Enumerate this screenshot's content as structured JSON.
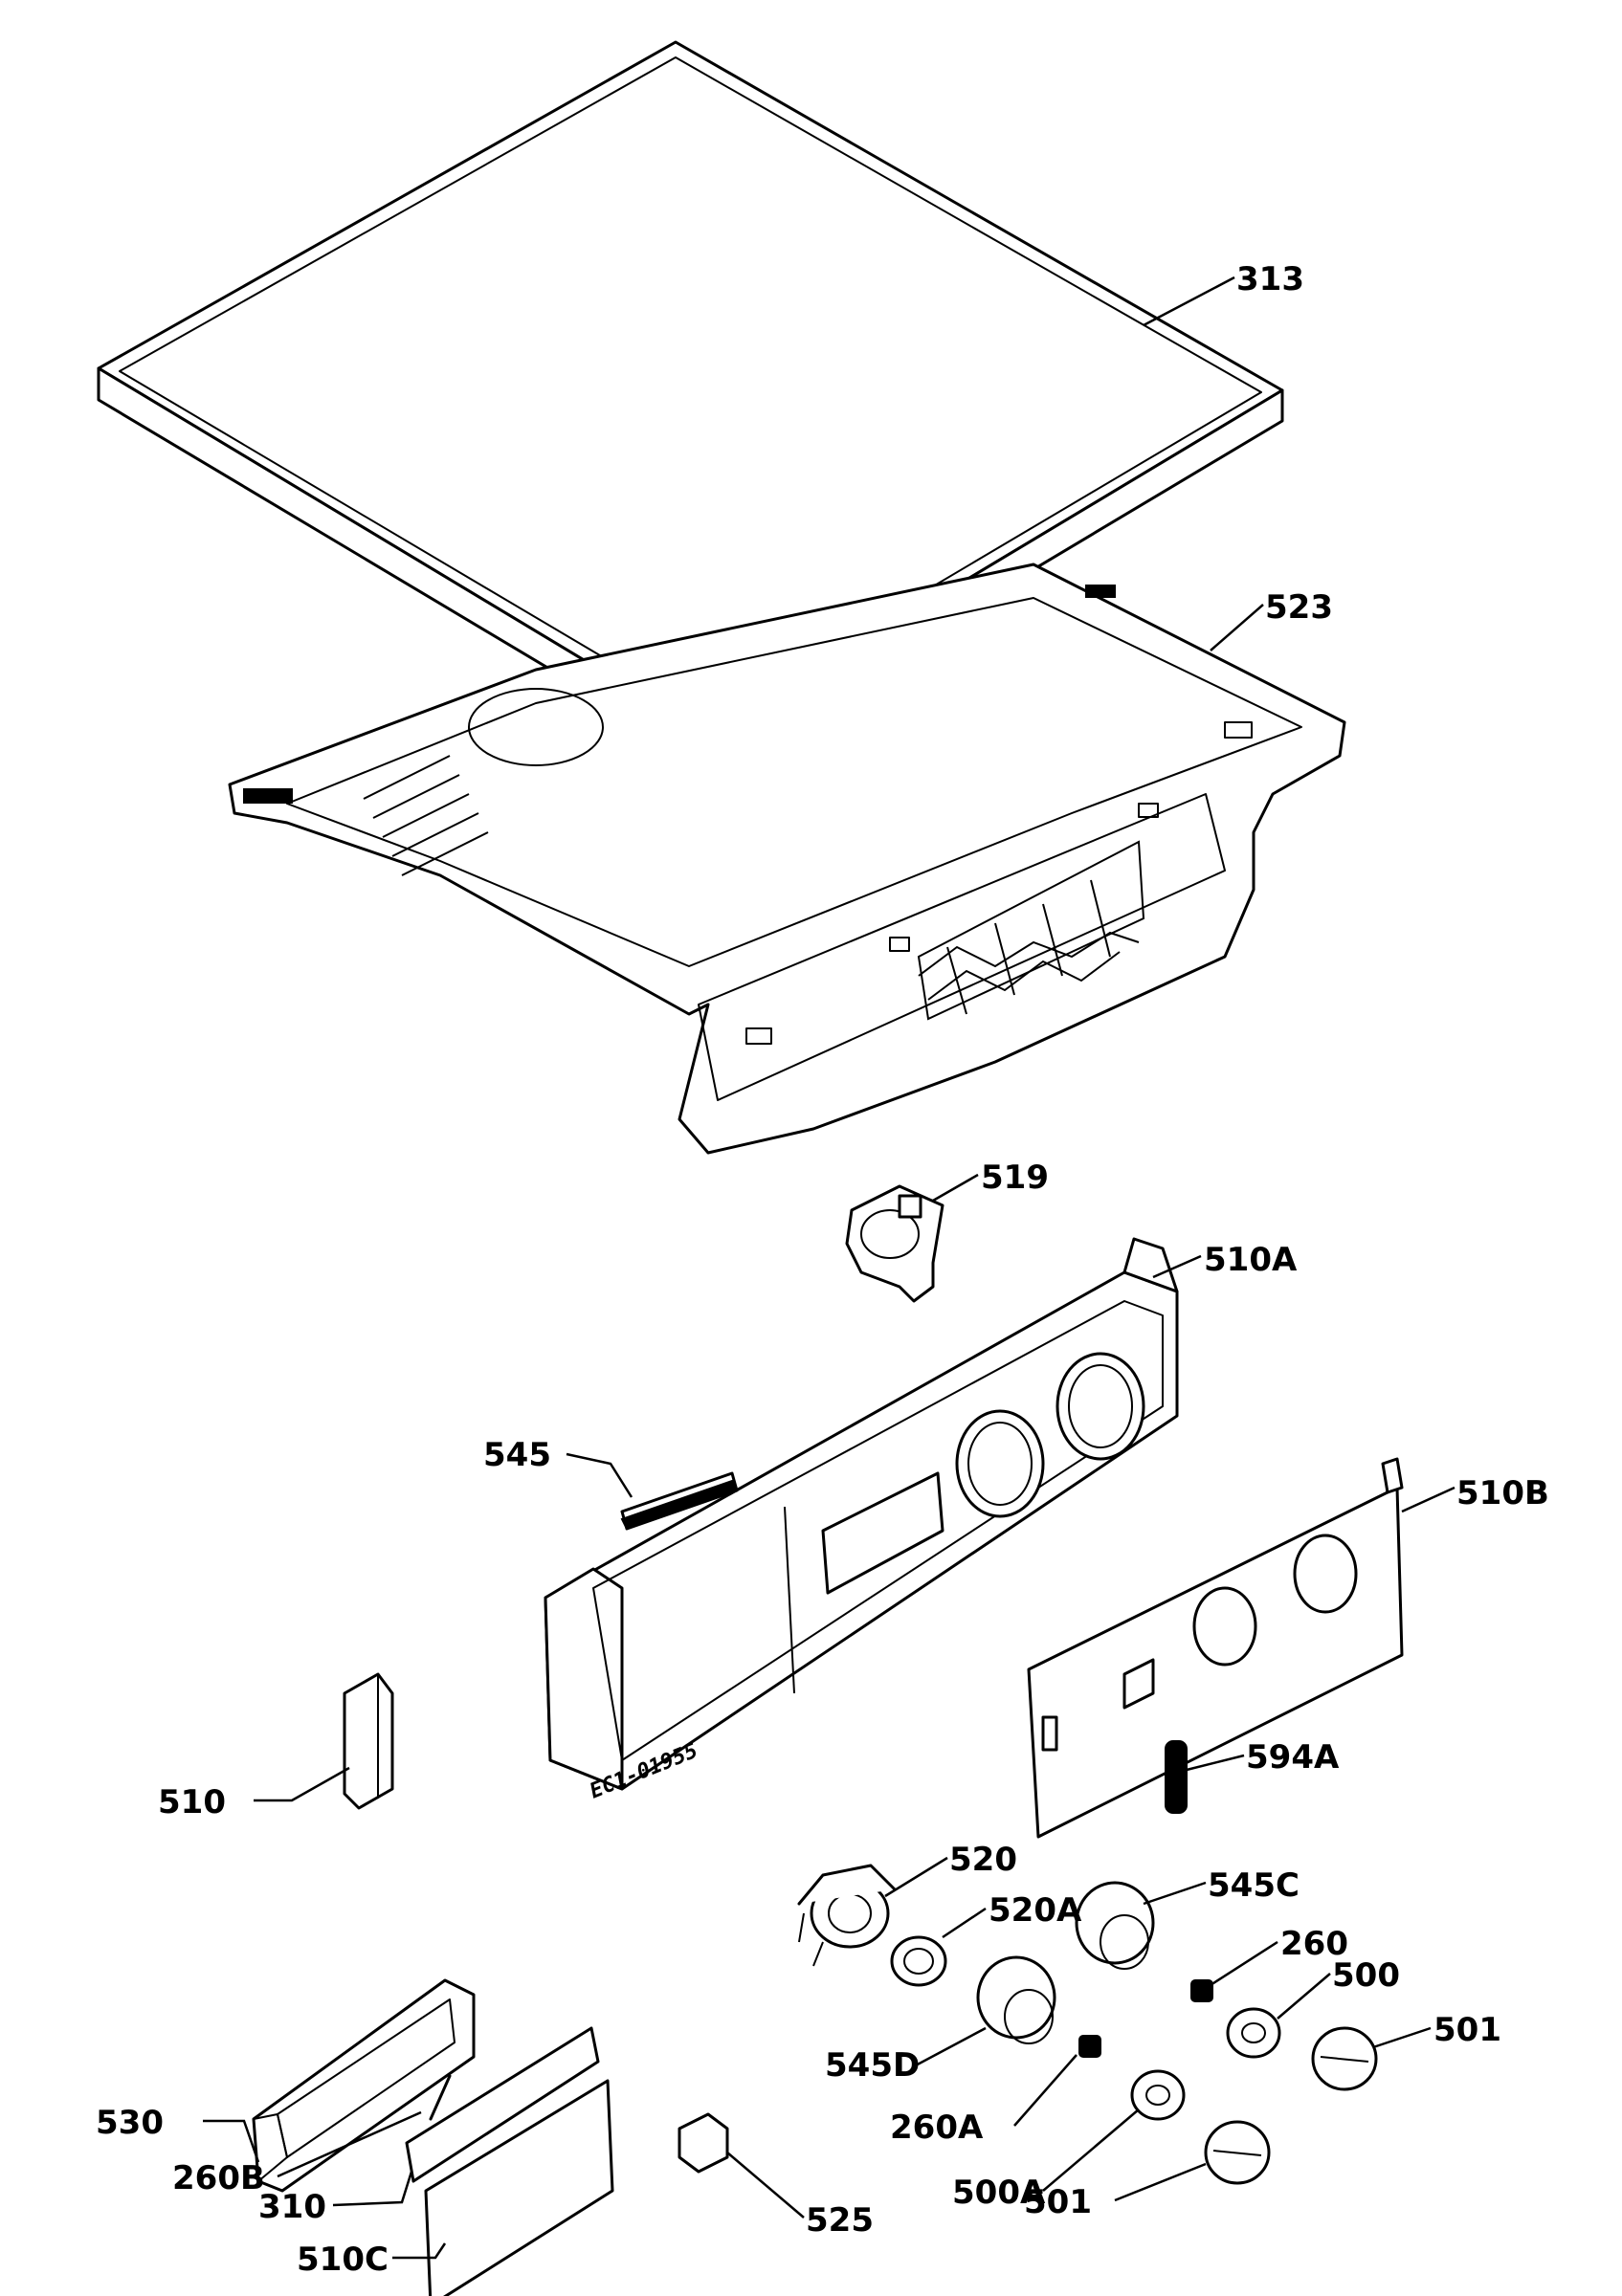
{
  "callouts": [
    {
      "id": "313",
      "text": "313"
    },
    {
      "id": "523",
      "text": "523"
    },
    {
      "id": "519",
      "text": "519"
    },
    {
      "id": "510a",
      "text": "510A"
    },
    {
      "id": "545",
      "text": "545"
    },
    {
      "id": "510b",
      "text": "510B"
    },
    {
      "id": "594a",
      "text": "594A"
    },
    {
      "id": "510",
      "text": "510"
    },
    {
      "id": "520",
      "text": "520"
    },
    {
      "id": "520a",
      "text": "520A"
    },
    {
      "id": "545c",
      "text": "545C"
    },
    {
      "id": "260",
      "text": "260"
    },
    {
      "id": "500",
      "text": "500"
    },
    {
      "id": "501a",
      "text": "501"
    },
    {
      "id": "545d",
      "text": "545D"
    },
    {
      "id": "260a",
      "text": "260A"
    },
    {
      "id": "500a",
      "text": "500A"
    },
    {
      "id": "501b",
      "text": "501"
    },
    {
      "id": "530",
      "text": "530"
    },
    {
      "id": "260b",
      "text": "260B"
    },
    {
      "id": "310",
      "text": "310"
    },
    {
      "id": "510c",
      "text": "510C"
    },
    {
      "id": "525",
      "text": "525"
    }
  ],
  "panel_stamp": "EC1-01955"
}
